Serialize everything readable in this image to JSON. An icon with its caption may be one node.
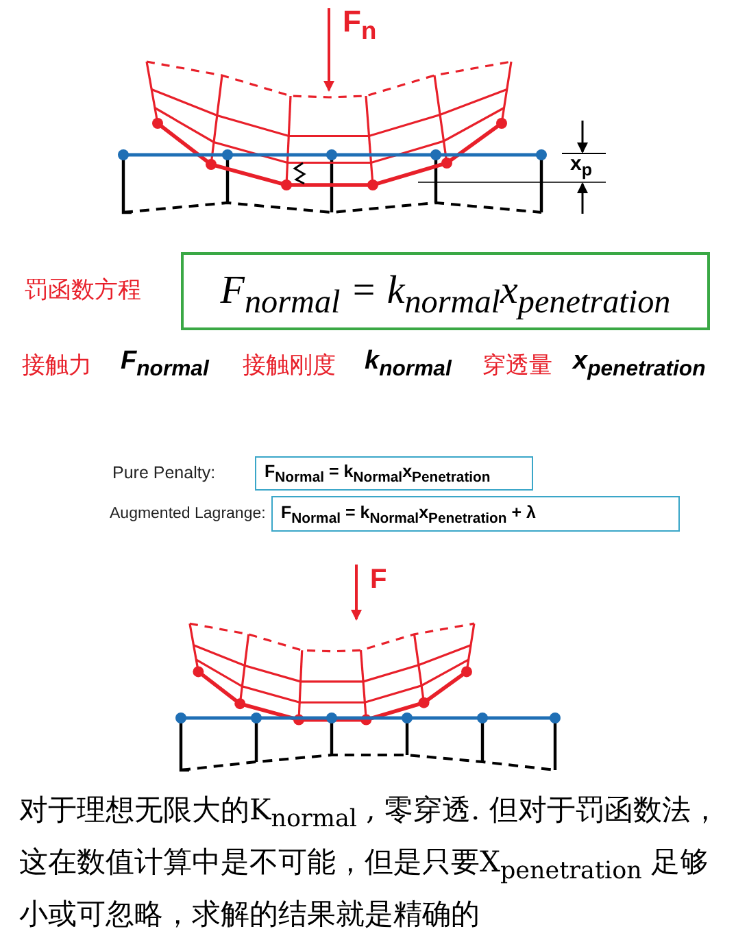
{
  "diagram": {
    "nodes": [
      {
        "text": [
          "F$_{normal}$ = k$_{normal}$x$_{penetration}$"
        ]
      },
      {
        "text": [
          "F$_{Normal}$ = k$_{Normal}$x$_{Penetration}$"
        ]
      },
      {
        "text": [
          "F$_{Normal}$ = k$_{Normal}$x$_{Penetration}$ + λ"
        ]
      }
    ],
    "edges": [],
    "labels": [
      "F$_{n}$",
      "x$_{p}$",
      "罚函数方程",
      "接触力",
      "F$_{normal}$",
      "接触刚度",
      "k$_{normal}$",
      "穿透量",
      "x$_{penetration}$",
      "Pure Penalty:",
      "Augmented Lagrange:",
      "F",
      "对于理想无限大的K$_{normal}$ , 零穿透. 但对于罚函数法，这在数值计算中是不可能，但是只要X$_{penetration}$ 足够小或可忽略，求解的结果就是精确的"
    ]
  }
}
